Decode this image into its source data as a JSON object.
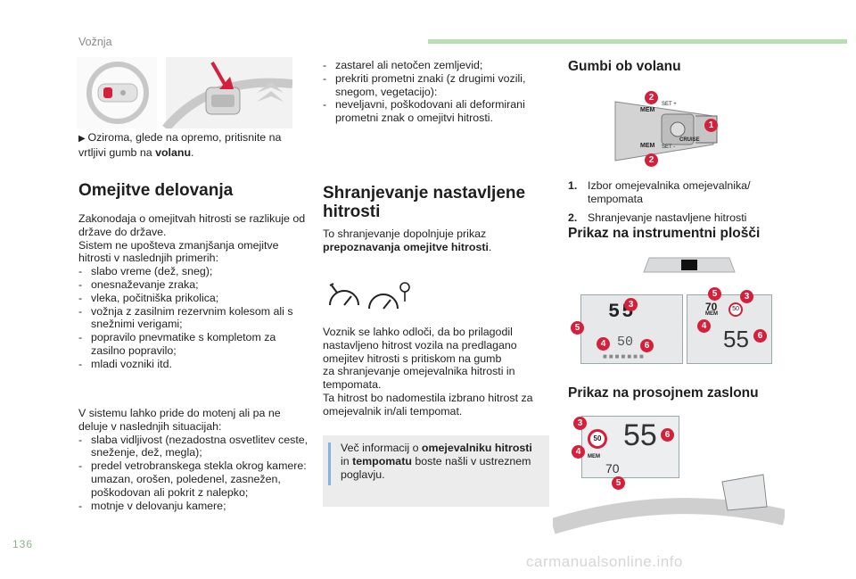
{
  "header": {
    "section": "Vožnja"
  },
  "footer": {
    "page_number": "136",
    "watermark": "carmanualsonline.info"
  },
  "left_column": {
    "instruction_bullet": "Oziroma, glede na opremo, pritisnite na vrtljivi gumb na",
    "instruction_bold": "volanu",
    "instruction_end": ".",
    "heading": "Omejitve delovanja",
    "para1": "Zakonodaja o omejitvah hitrosti se razlikuje od države do države.",
    "para2": "Sistem ne upošteva zmanjšanja omejitve hitrosti v naslednjih primerih:",
    "conditions": [
      "slabo vreme (dež, sneg);",
      "onesnaževanje zraka;",
      "vleka, počitniška prikolica;",
      "vožnja z zasilnim rezervnim kolesom ali s snežnimi verigami;",
      "popravilo pnevmatike s kompletom za zasilno popravilo;",
      "mladi vozniki itd."
    ],
    "para3": "V sistemu lahko pride do motenj ali pa ne deluje v naslednjih situacijah:",
    "situations": [
      "slaba vidljivost (nezadostna osvetlitev ceste, sneženje, dež, megla);",
      "predel vetrobranskega stekla okrog kamere: umazan, orošen, poledenel, zasnežen, poškodovan ali pokrit z nalepko;",
      "motnje v delovanju kamere;"
    ]
  },
  "middle_column": {
    "situations_cont": [
      "zastarel ali netočen zemljevid;",
      "prekriti prometni znaki (z drugimi vozili, snegom, vegetacijo):",
      "neveljavni, poškodovani ali deformirani prometni znak o omejitvi hitrosti."
    ],
    "heading": "Shranjevanje nastavljene hitrosti",
    "intro": "To shranjevanje dopolnjuje prikaz",
    "intro_bold": "prepoznavanja omejitve hitrosti",
    "intro_end": ".",
    "body_lines": [
      "Voznik se lahko odloči, da bo prilagodil",
      "nastavljeno hitrost vozila na predlagano",
      "omejitev hitrosti s pritiskom na gumb",
      "za shranjevanje omejevalnika hitrosti in",
      "tempomata.",
      "Ta hitrost bo nadomestila izbrano hitrost za",
      "omejevalnik in/ali tempomat."
    ],
    "info": {
      "t1": "Več informacij o",
      "b1": "omejevalniku hitrosti",
      "t2": "in",
      "b2": "tempomatu",
      "t3": "boste našli v ustreznem poglavju."
    }
  },
  "right_column": {
    "heading_buttons": "Gumbi ob volanu",
    "button_items": [
      {
        "num": "1.",
        "text": "Izbor omejevalnika omejevalnika/ tempomata"
      },
      {
        "num": "2.",
        "text": "Shranjevanje nastavljene hitrosti"
      }
    ],
    "heading_cluster": "Prikaz na instrumentni plošči",
    "heading_hud": "Prikaz na prosojnem zaslonu",
    "stalk_labels": {
      "mem": "MEM",
      "set_plus": "SET +",
      "set_minus": "SET -",
      "cruise": "CRUISE"
    },
    "cluster": {
      "left_speed": "55",
      "left_small": "50",
      "right_speed": "55",
      "right_set": "70",
      "sign": "50",
      "mem": "MEM"
    },
    "hud": {
      "speed": "55",
      "sign": "50",
      "mem": "MEM",
      "set": "70"
    },
    "badges": [
      "1",
      "2",
      "3",
      "4",
      "5",
      "6"
    ]
  },
  "colors": {
    "accent_red": "#d4203a",
    "green_bar": "#b7dfb0",
    "info_bar": "#7fb4e0"
  }
}
